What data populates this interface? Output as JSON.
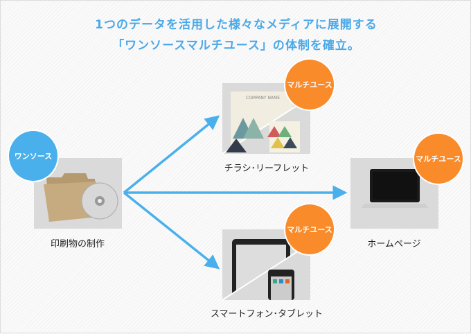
{
  "title": {
    "line1": "1つのデータを活用した様々なメディアに展開する",
    "line2": "「ワンソースマルチユース」の体制を確立。"
  },
  "source": {
    "badge": "ワンソース",
    "label": "印刷物の制作"
  },
  "targets": [
    {
      "badge": "マルチユース",
      "label": "チラシ･リーフレット",
      "brand": "COMPANY NAME"
    },
    {
      "badge": "マルチユース",
      "label": "ホームページ"
    },
    {
      "badge": "マルチユース",
      "label": "スマートフォン･タブレット"
    }
  ],
  "colors": {
    "accent": "#4aa8e8",
    "badge_orange": "#f98b2a",
    "badge_blue": "#4ab0ec"
  }
}
